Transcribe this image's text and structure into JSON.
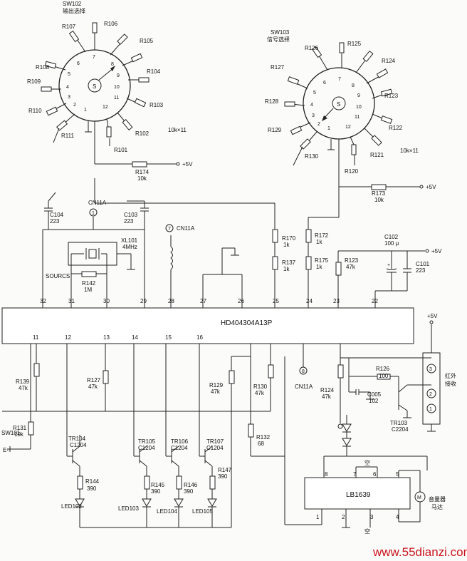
{
  "sw102": {
    "label": "SW102",
    "function": "输出选择",
    "common": "S",
    "positions": [
      "1",
      "2",
      "3",
      "4",
      "5",
      "6",
      "7",
      "8",
      "9",
      "10",
      "11",
      "12"
    ],
    "resistors": [
      "R107",
      "R106",
      "R105",
      "R104",
      "R103",
      "R102",
      "R101",
      "R108",
      "R109",
      "R110",
      "R111"
    ],
    "value_note": "10k×11"
  },
  "sw103": {
    "label": "SW103",
    "function": "信号选择",
    "common": "S",
    "positions": [
      "1",
      "2",
      "3",
      "4",
      "5",
      "6",
      "7",
      "8",
      "9",
      "10",
      "11",
      "12"
    ],
    "resistors": [
      "R126",
      "R125",
      "R124",
      "R123",
      "R122",
      "R121",
      "R120",
      "R127",
      "R128",
      "R129",
      "R130"
    ],
    "value_note": "10k×11"
  },
  "r174": {
    "ref": "R174",
    "value": "10k",
    "supply": "+5V"
  },
  "r173": {
    "ref": "R173",
    "value": "10k",
    "supply": "+5V"
  },
  "ic": {
    "name": "HD404304A13P",
    "top_pins": [
      "32",
      "31",
      "30",
      "29",
      "28",
      "27",
      "26",
      "25",
      "24",
      "23",
      "22"
    ],
    "bottom_pins": [
      "11",
      "12",
      "13",
      "14",
      "15",
      "16"
    ]
  },
  "caps": {
    "c104": {
      "ref": "C104",
      "value": "223"
    },
    "c103": {
      "ref": "C103",
      "value": "223"
    },
    "c102": {
      "ref": "C102",
      "value": "100 μ"
    },
    "c101": {
      "ref": "C101",
      "value": "223"
    },
    "c005": {
      "ref": "C005",
      "value": "102"
    }
  },
  "crystal": {
    "ref": "XL101",
    "value": "4MHz"
  },
  "r142": {
    "ref": "R142",
    "value": "1M"
  },
  "r170": {
    "ref": "R170",
    "value": "1k"
  },
  "r137": {
    "ref": "R137",
    "value": "1k"
  },
  "r172": {
    "ref": "R172",
    "value": "1k"
  },
  "r175": {
    "ref": "R175",
    "value": "1k"
  },
  "r123": {
    "ref": "R123",
    "value": "47k"
  },
  "r139": {
    "ref": "R139",
    "value": "47k"
  },
  "r131": {
    "ref": "R131",
    "value": "10k"
  },
  "r127": {
    "ref": "R127",
    "value": "47k"
  },
  "r129": {
    "ref": "R129",
    "value": "47k"
  },
  "r130": {
    "ref": "R130",
    "value": "47k"
  },
  "r132": {
    "ref": "R132",
    "value": "68"
  },
  "r124": {
    "ref": "R124",
    "value": "47k"
  },
  "r126": {
    "ref": "R126",
    "value": "100"
  },
  "r144": {
    "ref": "R144",
    "value": "390"
  },
  "r145": {
    "ref": "R145",
    "value": "390"
  },
  "r146": {
    "ref": "R146",
    "value": "390"
  },
  "r147": {
    "ref": "R147",
    "value": "390"
  },
  "sw101": {
    "ref": "SW101"
  },
  "transistors": {
    "tr104": {
      "ref": "TR104",
      "part": "C1204"
    },
    "tr105": {
      "ref": "TR105",
      "part": "C1204"
    },
    "tr106": {
      "ref": "TR106",
      "part": "C1204"
    },
    "tr107": {
      "ref": "TR107",
      "part": "C1204"
    },
    "tr103": {
      "ref": "TR103",
      "part": "C2204"
    }
  },
  "leds": [
    "LED102",
    "LED103",
    "LED104",
    "LED105"
  ],
  "labels": {
    "p1": "1",
    "p7": "7",
    "p8": "8",
    "cn11a_top": "CN11A",
    "cn11a_inductor": "CN11A",
    "cn11a_bottom": "CN11A",
    "sourcs": "SOURCS",
    "e_minus": "E-",
    "plus": "+"
  },
  "power": {
    "label": "+5V"
  },
  "ir": {
    "pins": [
      "3",
      "2",
      "1"
    ],
    "label_1": "红外",
    "label_2": "接收"
  },
  "motor_ic": {
    "name": "LB1639",
    "top_pins": [
      "8",
      "7",
      "6",
      "5"
    ],
    "bottom_pins": [
      "1",
      "2",
      "3",
      "4"
    ],
    "nc_top": "空",
    "nc_bottom": "空"
  },
  "motor": {
    "symbol": "M",
    "label_1": "音量器",
    "label_2": "马达"
  },
  "watermark": "www.55dianzi.com"
}
